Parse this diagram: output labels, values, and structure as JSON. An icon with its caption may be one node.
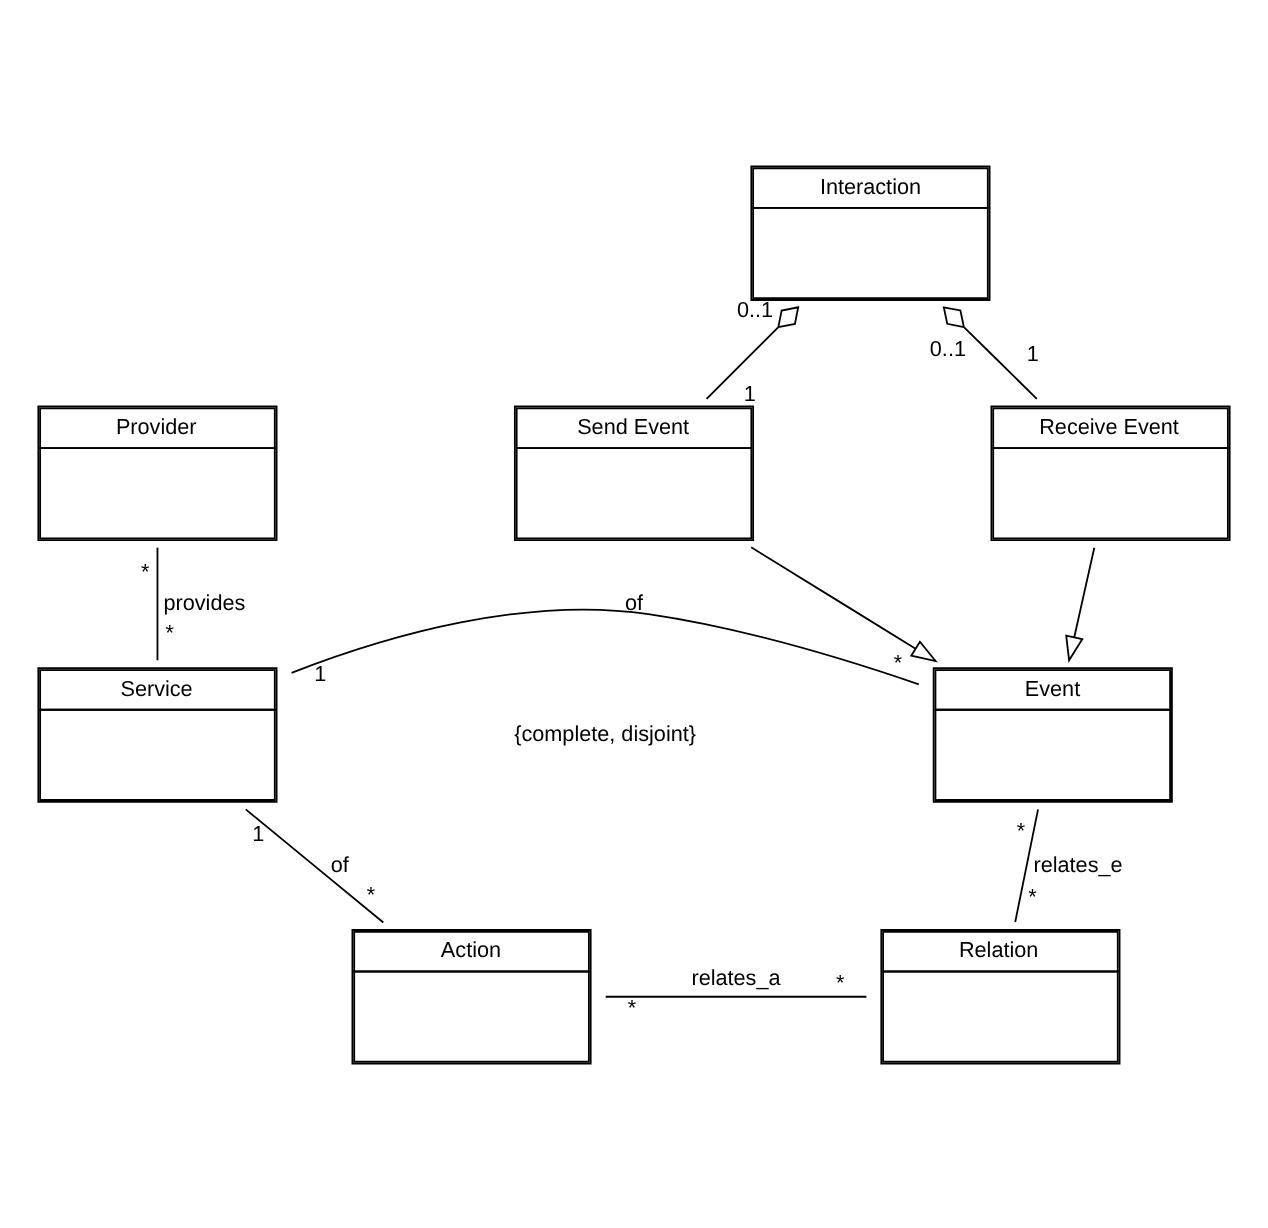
{
  "diagram": {
    "nodes": [
      {
        "text": [
          "Interaction"
        ]
      },
      {
        "text": [
          "Provider"
        ]
      },
      {
        "text": [
          "Send Event"
        ]
      },
      {
        "text": [
          "Receive Event"
        ]
      },
      {
        "text": [
          "Service"
        ]
      },
      {
        "text": [
          "Event"
        ]
      },
      {
        "text": [
          "Action"
        ]
      },
      {
        "text": [
          "Relation"
        ]
      }
    ],
    "edges": [
      {
        "from": 0,
        "to": 2,
        "arrow": "other"
      },
      {
        "from": 0,
        "to": 3,
        "arrow": "other"
      },
      {
        "from": 2,
        "to": 5,
        "arrow": "to"
      },
      {
        "from": 3,
        "to": 5,
        "arrow": "to"
      },
      {
        "from": 1,
        "to": 4,
        "arrow": "none",
        "label": "provides"
      },
      {
        "from": 4,
        "to": 5,
        "arrow": "none",
        "label": "of"
      },
      {
        "from": 4,
        "to": 6,
        "arrow": "none",
        "label": "of"
      },
      {
        "from": 5,
        "to": 7,
        "arrow": "none",
        "label": "relates_e"
      },
      {
        "from": 6,
        "to": 7,
        "arrow": "none",
        "label": "relates_a"
      }
    ],
    "labels": [
      "0..1",
      "0..1",
      "1",
      "1",
      "*",
      "*",
      "{complete, disjoint}",
      "*",
      "1",
      "1",
      "*",
      "*",
      "*",
      "*",
      "*"
    ]
  }
}
